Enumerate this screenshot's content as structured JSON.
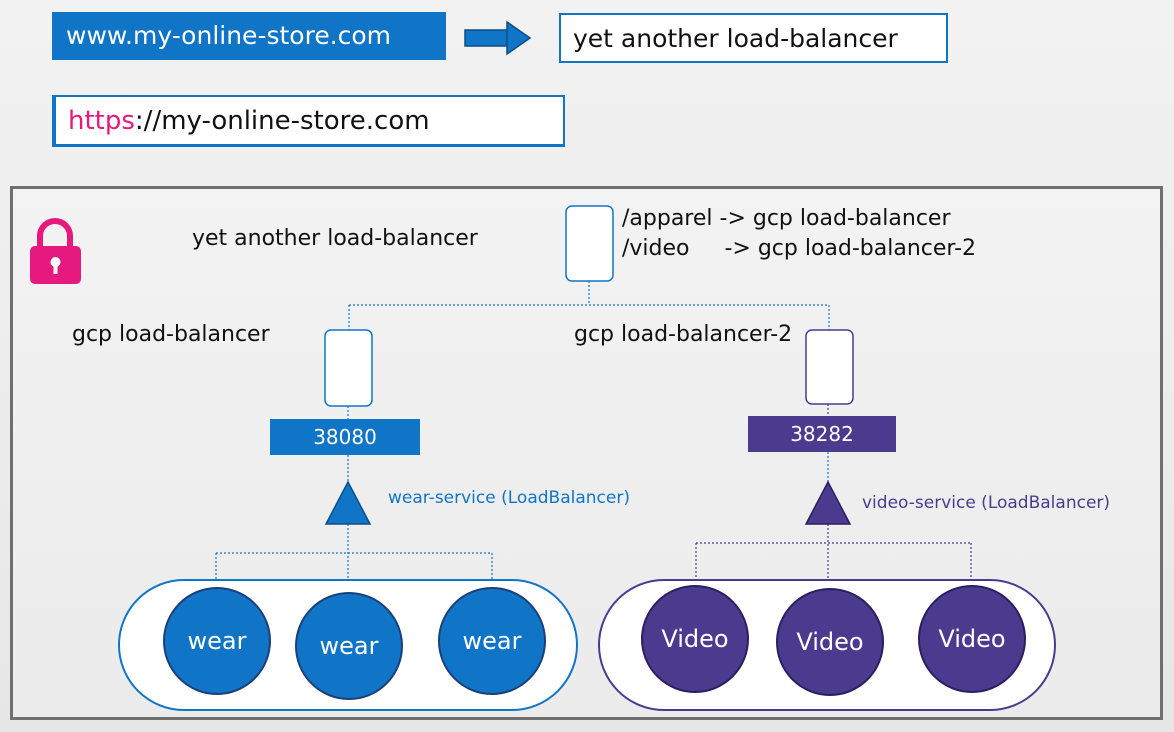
{
  "top": {
    "domain": "www.my-online-store.com",
    "target": "yet another load-balancer",
    "url_protocol": "https",
    "url_rest": "://my-online-store.com"
  },
  "cluster": {
    "entry_label": "yet another load-balancer",
    "route_apparel": "/apparel -> gcp load-balancer",
    "route_video": "/video     -> gcp load-balancer-2",
    "left_lb_label": "gcp load-balancer",
    "right_lb_label": "gcp load-balancer-2",
    "left_port": "38080",
    "right_port": "38282",
    "left_service": "wear-service (LoadBalancer)",
    "right_service": "video-service (LoadBalancer)",
    "wear_pods": [
      "wear",
      "wear",
      "wear"
    ],
    "video_pods": [
      "Video",
      "Video",
      "Video"
    ]
  },
  "colors": {
    "blue": "#1075c6",
    "purple": "#4a3b8f",
    "lock": "#e6197e"
  },
  "icons": {
    "lock": "lock-icon",
    "arrow": "arrow-right-icon",
    "service": "triangle-icon"
  }
}
